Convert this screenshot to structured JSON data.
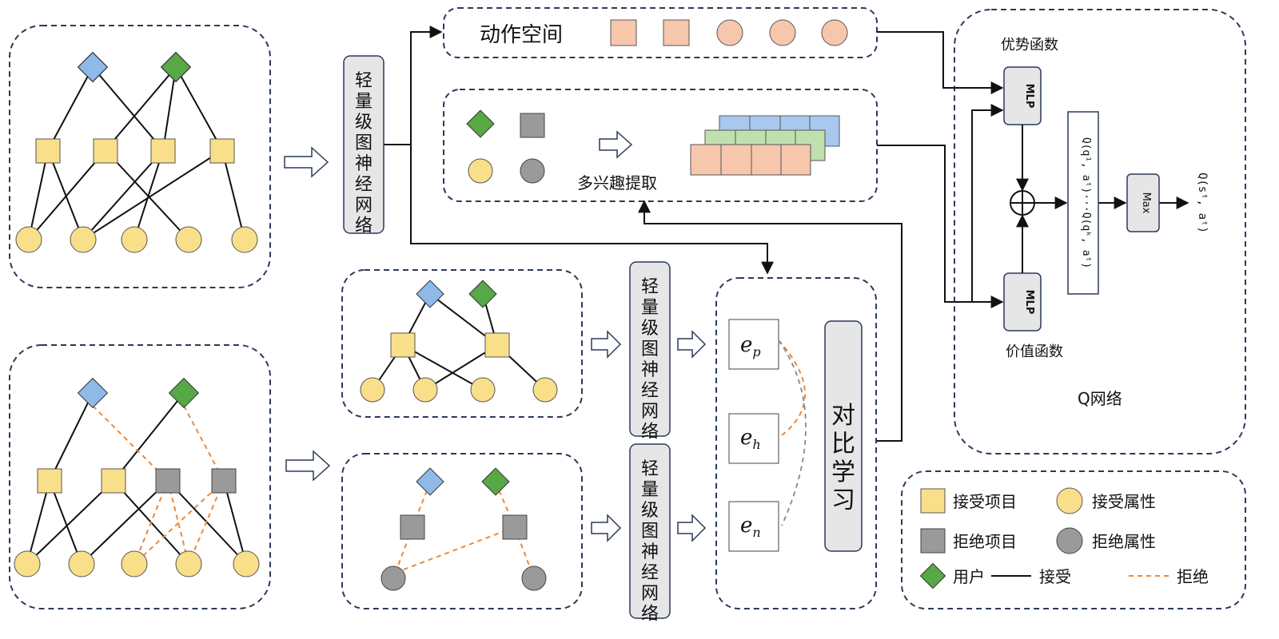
{
  "colors": {
    "accepted_item": "#f9df8a",
    "rejected_item": "#9a9a9a",
    "user_green": "#57a846",
    "user_blue": "#8fb9e6",
    "action_fill": "#f6c6ad",
    "interest_blue": "#a8c8ee",
    "interest_green": "#c0e0b0",
    "dashed_border": "#2a3a5a",
    "reject_line": "#e88a3a",
    "box_fill": "#e6e6e6"
  },
  "lgnn_label": "轻量级图神经网络",
  "action_space": {
    "label": "动作空间"
  },
  "interest": {
    "label": "多兴趣提取"
  },
  "contrastive": {
    "label": "对比学习",
    "ep": "e",
    "ep_sub": "p",
    "eh": "e",
    "eh_sub": "h",
    "en": "e",
    "en_sub": "n"
  },
  "qnet": {
    "advantage": "优势函数",
    "value": "价值函数",
    "mlp": "MLP",
    "max": "Max",
    "q_range": "Q(q¹, aᵗ)···Q(qᵏ, aᵗ)",
    "q_out": "Q(sᵗ, aᵗ)",
    "title": "Q网络"
  },
  "legend": {
    "accepted_item": "接受项目",
    "accepted_attr": "接受属性",
    "rejected_item": "拒绝项目",
    "rejected_attr": "拒绝属性",
    "user": "用户",
    "accept": "接受",
    "reject": "拒绝"
  }
}
